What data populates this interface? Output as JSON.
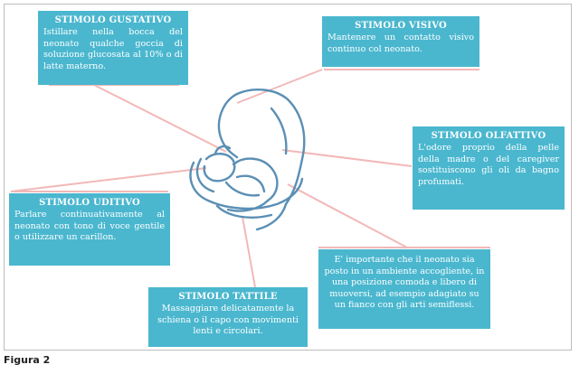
{
  "colors": {
    "box_bg": "#4ab7cf",
    "box_text": "#ffffff",
    "connector": "#f2b8b8",
    "figure_stroke": "#5a8fb5"
  },
  "boxes": {
    "gustativo": {
      "title": "STIMOLO GUSTATIVO",
      "body": "Istillare nella bocca del neonato qualche goccia di soluzione glucosata al 10% o di latte materno."
    },
    "visivo": {
      "title": "STIMOLO VISIVO",
      "body": "Mantenere un contatto visivo continuo col neonato."
    },
    "olfattivo": {
      "title": "STIMOLO OLFATTIVO",
      "body": "L'odore proprio della pelle della madre o del caregiver sostituiscono gli oli da bagno profumati."
    },
    "uditivo": {
      "title": "STIMOLO UDITIVO",
      "body": "Parlare continuativamente al neonato con tono di voce gentile o utilizzare un carillon."
    },
    "tattile": {
      "title": "STIMOLO TATTILE",
      "body": "Massaggiare delicatamente la schiena o il capo con movimenti lenti e circolari."
    },
    "posizione": {
      "body": "E' importante che il neonato sia posto in un ambiente accogliente, in una posizione comoda e libero di muoversi, ad esempio adagiato su un fianco con gli arti semiflessi."
    }
  },
  "caption": "Figura 2"
}
